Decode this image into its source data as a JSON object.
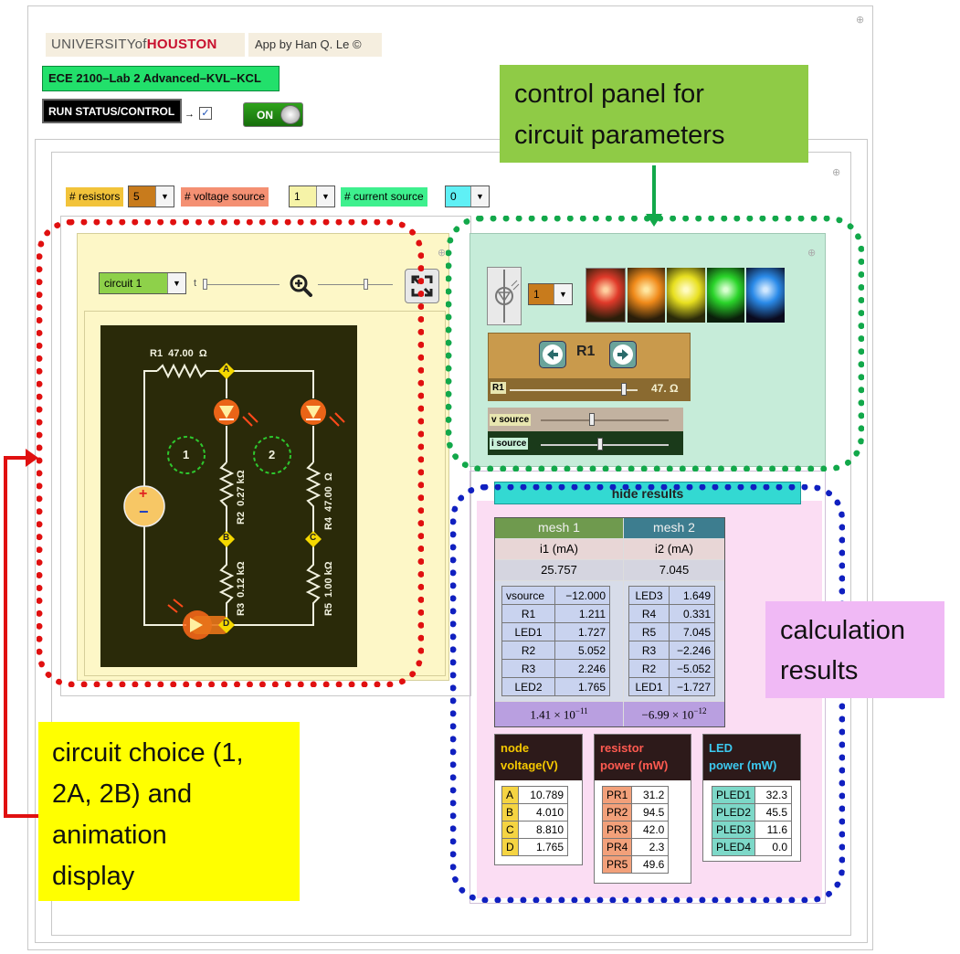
{
  "header": {
    "brand_prefix": "UNIVERSITYof",
    "brand_name": "HOUSTON",
    "app_by": "App by Han Q. Le ©",
    "lab_button": "ECE 2100–Lab 2 Advanced–KVL–KCL",
    "run_button": "RUN STATUS/CONTROL",
    "run_arrow": "→",
    "run_checked": true,
    "toggle_label": "ON"
  },
  "params": {
    "resistors_label": "# resistors",
    "resistors_value": "5",
    "vsource_label": "# voltage source",
    "vsource_value": "1",
    "isource_label": "# current source",
    "isource_value": "0"
  },
  "circuit_panel": {
    "circuit_select": "circuit 1",
    "t_label": "t",
    "schematic": {
      "r1_label": "R1  47.00  Ω",
      "r2_label": "R2  0.27 kΩ",
      "r3_label": "R3  0.12 kΩ",
      "r4_label": "R4  47.00  Ω",
      "r5_label": "R5  1.00 kΩ",
      "node_a": "A",
      "node_b": "B",
      "node_c": "C",
      "node_d": "D",
      "mesh1": "1",
      "mesh2": "2",
      "plus": "+",
      "minus": "−"
    }
  },
  "control_panel": {
    "led_select": "1",
    "component_name": "R1",
    "r1_slider_label": "R1",
    "r1_value": "47. Ω",
    "vsource_label": "v source",
    "isource_label": "i source",
    "led_colors": [
      "#e03a2a",
      "#f08a1a",
      "#e8e020",
      "#2ad42a",
      "#2a8ae8"
    ]
  },
  "results": {
    "hide_button": "hide results",
    "mesh_headers": [
      "mesh 1",
      "mesh 2"
    ],
    "current_labels": [
      "i1 (mA)",
      "i2 (mA)"
    ],
    "currents": [
      "25.757",
      "7.045"
    ],
    "mesh1_rows": [
      [
        "vsource",
        "−12.000"
      ],
      [
        "R1",
        "1.211"
      ],
      [
        "LED1",
        "1.727"
      ],
      [
        "R2",
        "5.052"
      ],
      [
        "R3",
        "2.246"
      ],
      [
        "LED2",
        "1.765"
      ]
    ],
    "mesh2_rows": [
      [
        "LED3",
        "1.649"
      ],
      [
        "R4",
        "0.331"
      ],
      [
        "R5",
        "7.045"
      ],
      [
        "R3",
        "−2.246"
      ],
      [
        "R2",
        "−5.052"
      ],
      [
        "LED1",
        "−1.727"
      ]
    ],
    "mesh_sums": [
      "1.41 × 10",
      "−6.99 × 10"
    ],
    "mesh_sum_exps": [
      "−11",
      "−12"
    ],
    "node_title_1": "node",
    "node_title_2": "voltage(V)",
    "node_rows": [
      [
        "A",
        "10.789"
      ],
      [
        "B",
        "4.010"
      ],
      [
        "C",
        "8.810"
      ],
      [
        "D",
        "1.765"
      ]
    ],
    "rp_title_1": "resistor",
    "rp_title_2": "power (mW)",
    "rp_rows": [
      [
        "PR1",
        "31.2"
      ],
      [
        "PR2",
        "94.5"
      ],
      [
        "PR3",
        "42.0"
      ],
      [
        "PR4",
        "2.3"
      ],
      [
        "PR5",
        "49.6"
      ]
    ],
    "lp_title_1": "LED",
    "lp_title_2": "power (mW)",
    "lp_rows": [
      [
        "PLED1",
        "32.3"
      ],
      [
        "PLED2",
        "45.5"
      ],
      [
        "PLED3",
        "11.6"
      ],
      [
        "PLED4",
        "0.0"
      ]
    ]
  },
  "callouts": {
    "control_line1": "control panel for",
    "control_line2": "circuit parameters",
    "calc_line1": "calculation",
    "calc_line2": "results",
    "choice_line1": "circuit choice (1,",
    "choice_line2": "2A, 2B) and",
    "choice_line3": "animation",
    "choice_line4": "display"
  }
}
